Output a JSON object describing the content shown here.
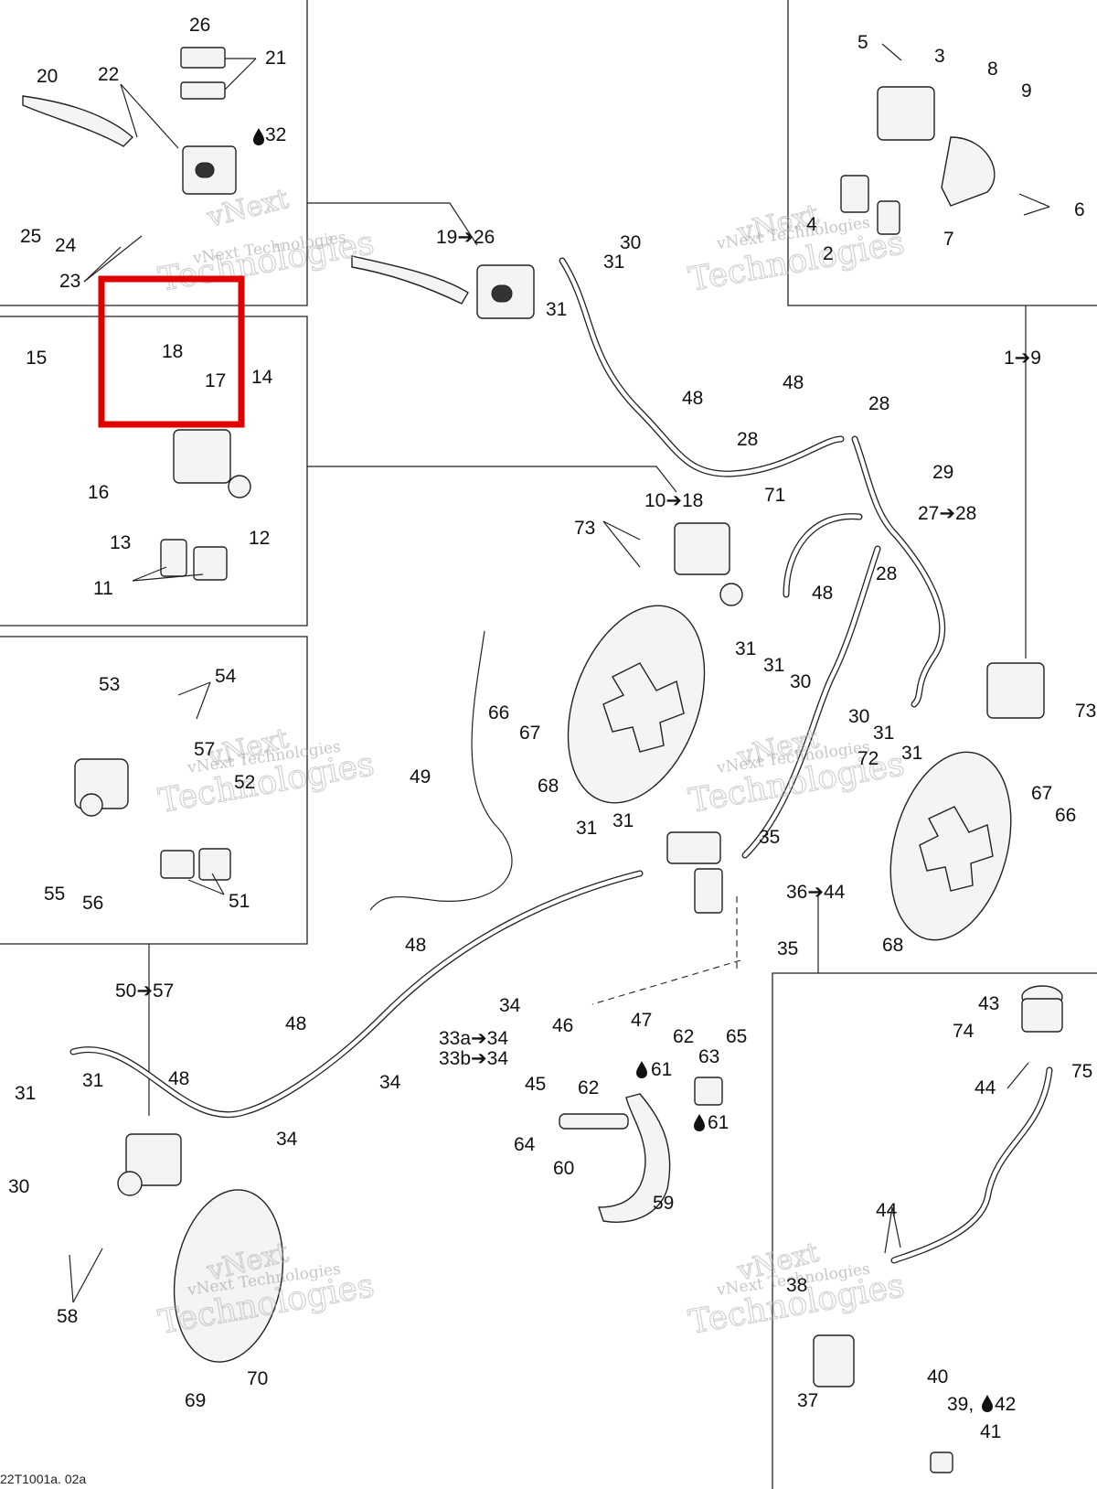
{
  "callouts": {
    "c20": "20",
    "c22": "22",
    "c26": "26",
    "c21": "21",
    "c32": "32",
    "c25": "25",
    "c24": "24",
    "c23": "23",
    "c5": "5",
    "c3": "3",
    "c8": "8",
    "c9": "9",
    "c4": "4",
    "c2": "2",
    "c7": "7",
    "c6": "6",
    "c19_26": "19➔26",
    "c30a": "30",
    "c31a": "31",
    "c31b": "31",
    "c1_9": "1➔9",
    "c15": "15",
    "c18": "18",
    "c17": "17",
    "c14": "14",
    "c16": "16",
    "c12": "12",
    "c13": "13",
    "c11": "11",
    "c48a": "48",
    "c48b": "48",
    "c28a": "28",
    "c28b": "28",
    "c29": "29",
    "c71": "71",
    "c10_18": "10➔18",
    "c27_28": "27➔28",
    "c73a": "73",
    "c48c": "48",
    "c28c": "28",
    "c31c": "31",
    "c31d": "31",
    "c30b": "30",
    "c53": "53",
    "c54": "54",
    "c57": "57",
    "c52": "52",
    "c55": "55",
    "c56": "56",
    "c51": "51",
    "c66a": "66",
    "c67a": "67",
    "c68a": "68",
    "c49": "49",
    "c30c": "30",
    "c31e": "31",
    "c31f": "31",
    "c73b": "73",
    "c72": "72",
    "c67b": "67",
    "c66b": "66",
    "c68b": "68",
    "c31g": "31",
    "c31h": "31",
    "c35a": "35",
    "c36_44": "36➔44",
    "c35b": "35",
    "c48d": "48",
    "c34a": "34",
    "c50_57": "50➔57",
    "c48e": "48",
    "c33a_34": "33a➔34",
    "c33b_34": "33b➔34",
    "c34b": "34",
    "c46": "46",
    "c47": "47",
    "c62a": "62",
    "c65": "65",
    "c63": "63",
    "c61a": "61",
    "c45": "45",
    "c62b": "62",
    "c61b": "61",
    "c64": "64",
    "c60": "60",
    "c59": "59",
    "c43": "43",
    "c74": "74",
    "c75": "75",
    "c44a": "44",
    "c31i": "31",
    "c31j": "31",
    "c48f": "48",
    "c34c": "34",
    "c30d": "30",
    "c44b": "44",
    "c38": "38",
    "c58": "58",
    "c70": "70",
    "c69": "69",
    "c40": "40",
    "c39_42": "39, ",
    "c42": "42",
    "c37": "37",
    "c41": "41"
  },
  "watermark": {
    "line1": "vNext",
    "line2": "Technologies",
    "small": "vNext Technologies"
  },
  "figure_code": "22T1001a. 02a",
  "oil_icon": "oil-drop-icon",
  "highlight_color": "#e00000"
}
